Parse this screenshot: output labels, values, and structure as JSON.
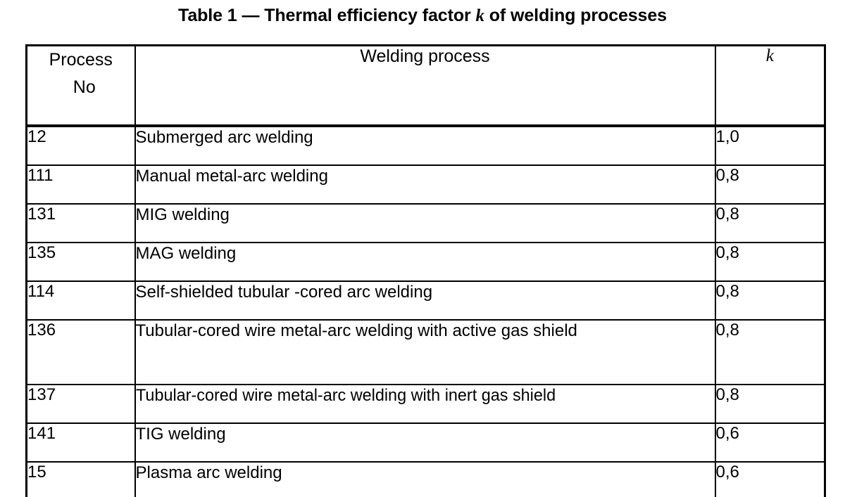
{
  "title": {
    "prefix": "Table 1 — Thermal efficiency factor ",
    "symbol": "k",
    "suffix": " of welding processes"
  },
  "table": {
    "headers": {
      "process_no_line1": "Process",
      "process_no_line2": "No",
      "welding_process": "Welding process",
      "k": "k"
    },
    "rows": [
      {
        "no": "12",
        "process": "Submerged arc welding",
        "k": "1,0"
      },
      {
        "no": "111",
        "process": "Manual metal-arc welding",
        "k": "0,8"
      },
      {
        "no": "131",
        "process": "MIG welding",
        "k": "0,8"
      },
      {
        "no": "135",
        "process": "MAG welding",
        "k": "0,8"
      },
      {
        "no": "114",
        "process": "Self-shielded tubular -cored arc welding",
        "k": "0,8"
      },
      {
        "no": "136",
        "process": "Tubular-cored wire metal-arc welding with active gas shield",
        "k": "0,8"
      },
      {
        "no": "137",
        "process": "Tubular-cored wire metal-arc welding with inert gas shield",
        "k": "0,8"
      },
      {
        "no": "141",
        "process": "TIG welding",
        "k": "0,6"
      },
      {
        "no": "15",
        "process": "Plasma arc welding",
        "k": "0,6"
      }
    ]
  },
  "colors": {
    "text": "#000000",
    "border": "#000000",
    "background": "#ffffff"
  }
}
